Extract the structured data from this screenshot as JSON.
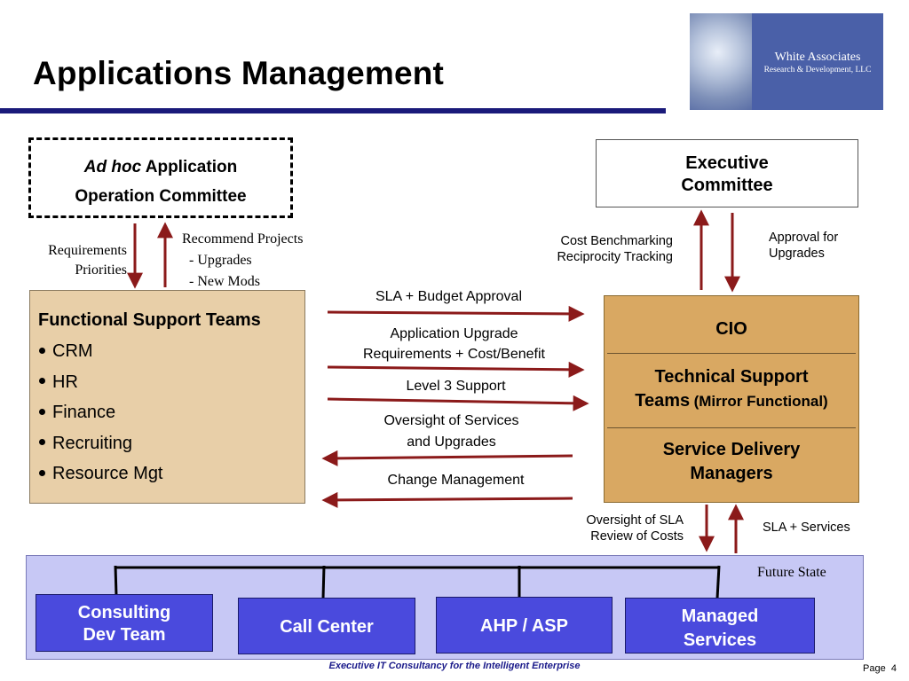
{
  "title": "Applications Management",
  "logo": {
    "line1": "White Associates",
    "line2": "Research & Development, LLC"
  },
  "adhoc": {
    "italic": "Ad hoc",
    "rest": "Application",
    "line2": "Operation Committee"
  },
  "exec": {
    "line1": "Executive",
    "line2": "Committee"
  },
  "left_labels": {
    "req_line1": "Requirements",
    "req_line2": "Priorities",
    "rec_line1": "Recommend Projects",
    "rec_line2": "- Upgrades",
    "rec_line3": "- New Mods"
  },
  "right_labels": {
    "cost_line1": "Cost Benchmarking",
    "cost_line2": "Reciprocity Tracking",
    "appr_line1": "Approval for",
    "appr_line2": "Upgrades"
  },
  "fst": {
    "heading": "Functional Support Teams",
    "items": [
      "CRM",
      "HR",
      "Finance",
      "Recruiting",
      "Resource Mgt"
    ]
  },
  "flows": {
    "sla_budget": "SLA + Budget Approval",
    "upgrade_line1": "Application Upgrade",
    "upgrade_line2": "Requirements + Cost/Benefit",
    "level3": "Level 3 Support",
    "oversight_line1": "Oversight of Services",
    "oversight_line2": "and Upgrades",
    "change": "Change Management"
  },
  "cio": {
    "cio": "CIO",
    "tst_line1": "Technical Support",
    "tst_line2a": "Teams",
    "tst_line2b": "(Mirror Functional)",
    "sdm_line1": "Service Delivery",
    "sdm_line2": "Managers"
  },
  "lower_labels": {
    "osla_line1": "Oversight of SLA",
    "osla_line2": "Review of Costs",
    "sla_services": "SLA + Services",
    "future_state": "Future State"
  },
  "units": {
    "consulting_line1": "Consulting",
    "consulting_line2": "Dev Team",
    "call_center": "Call Center",
    "ahp": "AHP / ASP",
    "managed_line1": "Managed",
    "managed_line2": "Services"
  },
  "footer": "Executive IT Consultancy for the Intelligent Enterprise",
  "page": {
    "label": "Page",
    "number": "4"
  },
  "colors": {
    "arrow": "#8b1a1a",
    "rule": "#1a1a7a",
    "unit_fill": "#4a4add",
    "panel_fill": "#c7c8f5",
    "fst_fill": "#e8cfa8",
    "cio_fill": "#d9a862"
  }
}
